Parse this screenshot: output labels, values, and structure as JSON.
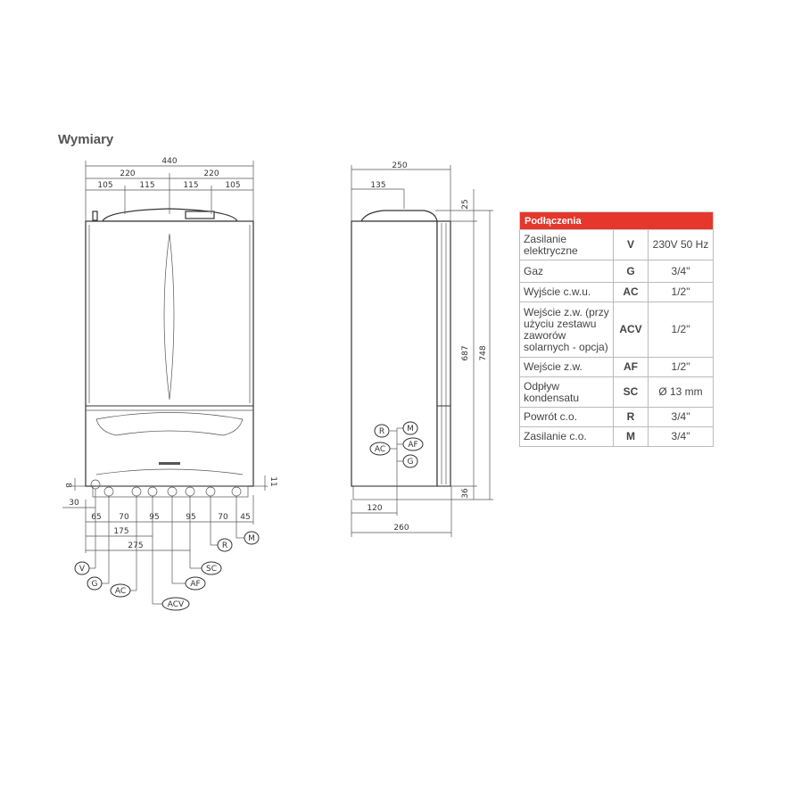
{
  "title": "Wymiary",
  "front_view": {
    "top_dims": {
      "total": "440",
      "half_left": "220",
      "half_right": "220",
      "q1": "105",
      "q2": "115",
      "q3": "115",
      "q4": "105"
    },
    "side_dims": {
      "left": "8",
      "right": "11"
    },
    "bottom_dims": {
      "offset": "30",
      "d1": "65",
      "d2": "70",
      "d3": "95",
      "d4": "95",
      "d5": "70",
      "d6": "45",
      "d175": "175",
      "d275": "275"
    },
    "labels": {
      "V": "V",
      "G": "G",
      "AC": "AC",
      "ACV": "ACV",
      "AF": "AF",
      "SC": "SC",
      "R": "R",
      "M": "M"
    }
  },
  "side_view": {
    "dims": {
      "depth_top": "250",
      "flue": "135",
      "top_h": "25",
      "body_h": "687",
      "total_h": "748",
      "bottom_h": "36",
      "conn": "120",
      "depth_bottom": "260"
    },
    "labels": {
      "R": "R",
      "M": "M",
      "AC": "AC",
      "AF": "AF",
      "G": "G"
    }
  },
  "connections_table": {
    "header": "Podłączenia",
    "header_color": "#e5372c",
    "rows": [
      {
        "name": "Zasilanie elektryczne",
        "code": "V",
        "value": "230V 50 Hz"
      },
      {
        "name": "Gaz",
        "code": "G",
        "value": "3/4\""
      },
      {
        "name": "Wyjście c.w.u.",
        "code": "AC",
        "value": "1/2\""
      },
      {
        "name": "Wejście z.w. (przy użyciu zestawu zaworów solarnych - opcja)",
        "code": "ACV",
        "value": "1/2\""
      },
      {
        "name": "Wejście z.w.",
        "code": "AF",
        "value": "1/2\""
      },
      {
        "name": "Odpływ kondensatu",
        "code": "SC",
        "value": "Ø 13 mm"
      },
      {
        "name": "Powrót c.o.",
        "code": "R",
        "value": "3/4\""
      },
      {
        "name": "Zasilanie c.o.",
        "code": "M",
        "value": "3/4\""
      }
    ]
  }
}
